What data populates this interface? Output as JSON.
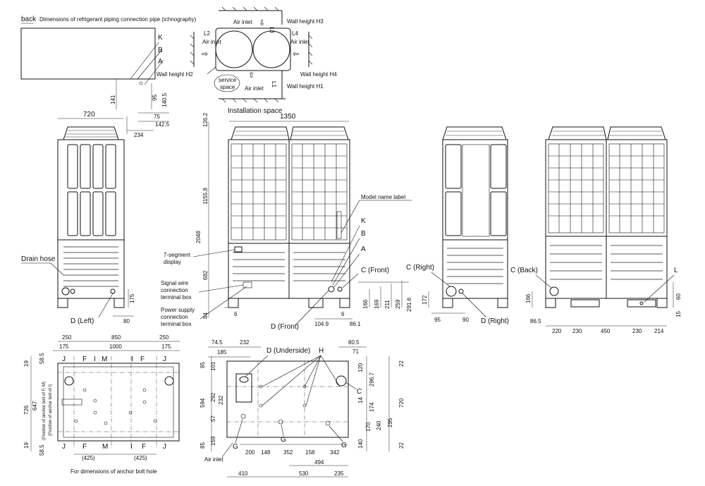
{
  "back_label": "back",
  "piping_title": "Dimensions of refrigerant piping connection pipe (ichnography)",
  "piping_dims": {
    "k": "K",
    "b": "B",
    "a": "A",
    "d141": "141",
    "d95": "95",
    "d140_5": "140.5",
    "d75": "75",
    "d142_5": "142.5",
    "d234": "234"
  },
  "install": {
    "air_inlet_top": "Air inlet",
    "l3": "L3",
    "wall_h3": "Wall height H3",
    "l2": "L2",
    "air_inlet_left": "Air inlet",
    "l4": "L4",
    "air_inlet_right": "Air inlet",
    "wall_h2": "Wall height H2",
    "wall_h4": "Wall height H4",
    "service": "service",
    "space": "space",
    "air_inlet_bottom": "Air inlet",
    "l1": "L1",
    "wall_h1": "Wall height H1",
    "caption": "Installation space"
  },
  "left_view": {
    "w720": "720",
    "drain_hose": "Drain hose",
    "d175": "175",
    "d80": "80",
    "d_left": "D (Left)"
  },
  "front_view": {
    "w1350": "1350",
    "h126_2": "126.2",
    "h1155_8": "1155.8",
    "h2048": "2048",
    "h682": "682",
    "h84": "84",
    "model_label": "Model name label",
    "k": "K",
    "b": "B",
    "a": "A",
    "c_front": "C (Front)",
    "seg1": "7-segment",
    "seg2": "display",
    "sig1": "Signal wire",
    "sig2": "connection",
    "sig3": "terminal box",
    "pow1": "Power supply",
    "pow2": "connection",
    "pow3": "terminal box",
    "d6a": "6",
    "d6b": "6",
    "d_front": "D (Front)",
    "d104_9": "104.9",
    "d86_1": "86.1",
    "v166": "166",
    "v169": "169",
    "v211": "211",
    "v259": "259",
    "v291_6": "291.6"
  },
  "right_view": {
    "c_right": "C (Right)",
    "d_right": "D (Right)",
    "d172": "172",
    "d95": "95",
    "d90": "90"
  },
  "back_view": {
    "c_back": "C (Back)",
    "l": "L",
    "d166": "166",
    "d60": "60",
    "d15": "15",
    "d86_5": "86.5",
    "d220": "220",
    "d230a": "230",
    "d450": "450",
    "d230b": "230",
    "d214": "214"
  },
  "anchor_view": {
    "d250a": "250",
    "d850": "850",
    "d250b": "250",
    "d175a": "175",
    "d1000": "1000",
    "d175b": "175",
    "v19a": "19",
    "v58_5a": "58.5",
    "v726": "726",
    "v647": "647",
    "v19b": "19",
    "v58_5b": "58.5",
    "pos_f": "(Position of anchor bolt of F, M)",
    "pos_i": "(Position of anchor bolt of I)",
    "j1": "J",
    "f1": "F",
    "i1": "I",
    "m1": "M",
    "i2": "I",
    "f2": "F",
    "j2": "J",
    "j3": "J",
    "f3": "F",
    "m3": "M",
    "i3": "I",
    "f4": "F",
    "j4": "J",
    "d425a": "(425)",
    "d425b": "(425)",
    "caption": "For dimensions of anchor bolt hole"
  },
  "underside_view": {
    "d74_5": "74.5",
    "d232": "232",
    "d185": "185",
    "d_under": "D (Underside)",
    "h": "H",
    "d80_5": "80.5",
    "d71": "71",
    "v85a": "85",
    "v101": "101",
    "v292": "292",
    "v594": "594",
    "v232": "232",
    "v57": "57",
    "v159": "159",
    "v85b": "85",
    "r22a": "22",
    "r120": "120",
    "r296_7": "296.7",
    "r14": "14",
    "r174": "174",
    "r720": "720",
    "r240": "240",
    "r295": "295",
    "r170": "170",
    "r140": "140",
    "r22b": "22",
    "c": "C",
    "g1": "G",
    "g2": "G",
    "g3": "G",
    "b200": "200",
    "b148": "148",
    "b352": "352",
    "b158": "158",
    "b342": "342",
    "b494": "494",
    "b410": "410",
    "b530": "530",
    "b235": "235",
    "air_inlet": "Air inlet"
  }
}
